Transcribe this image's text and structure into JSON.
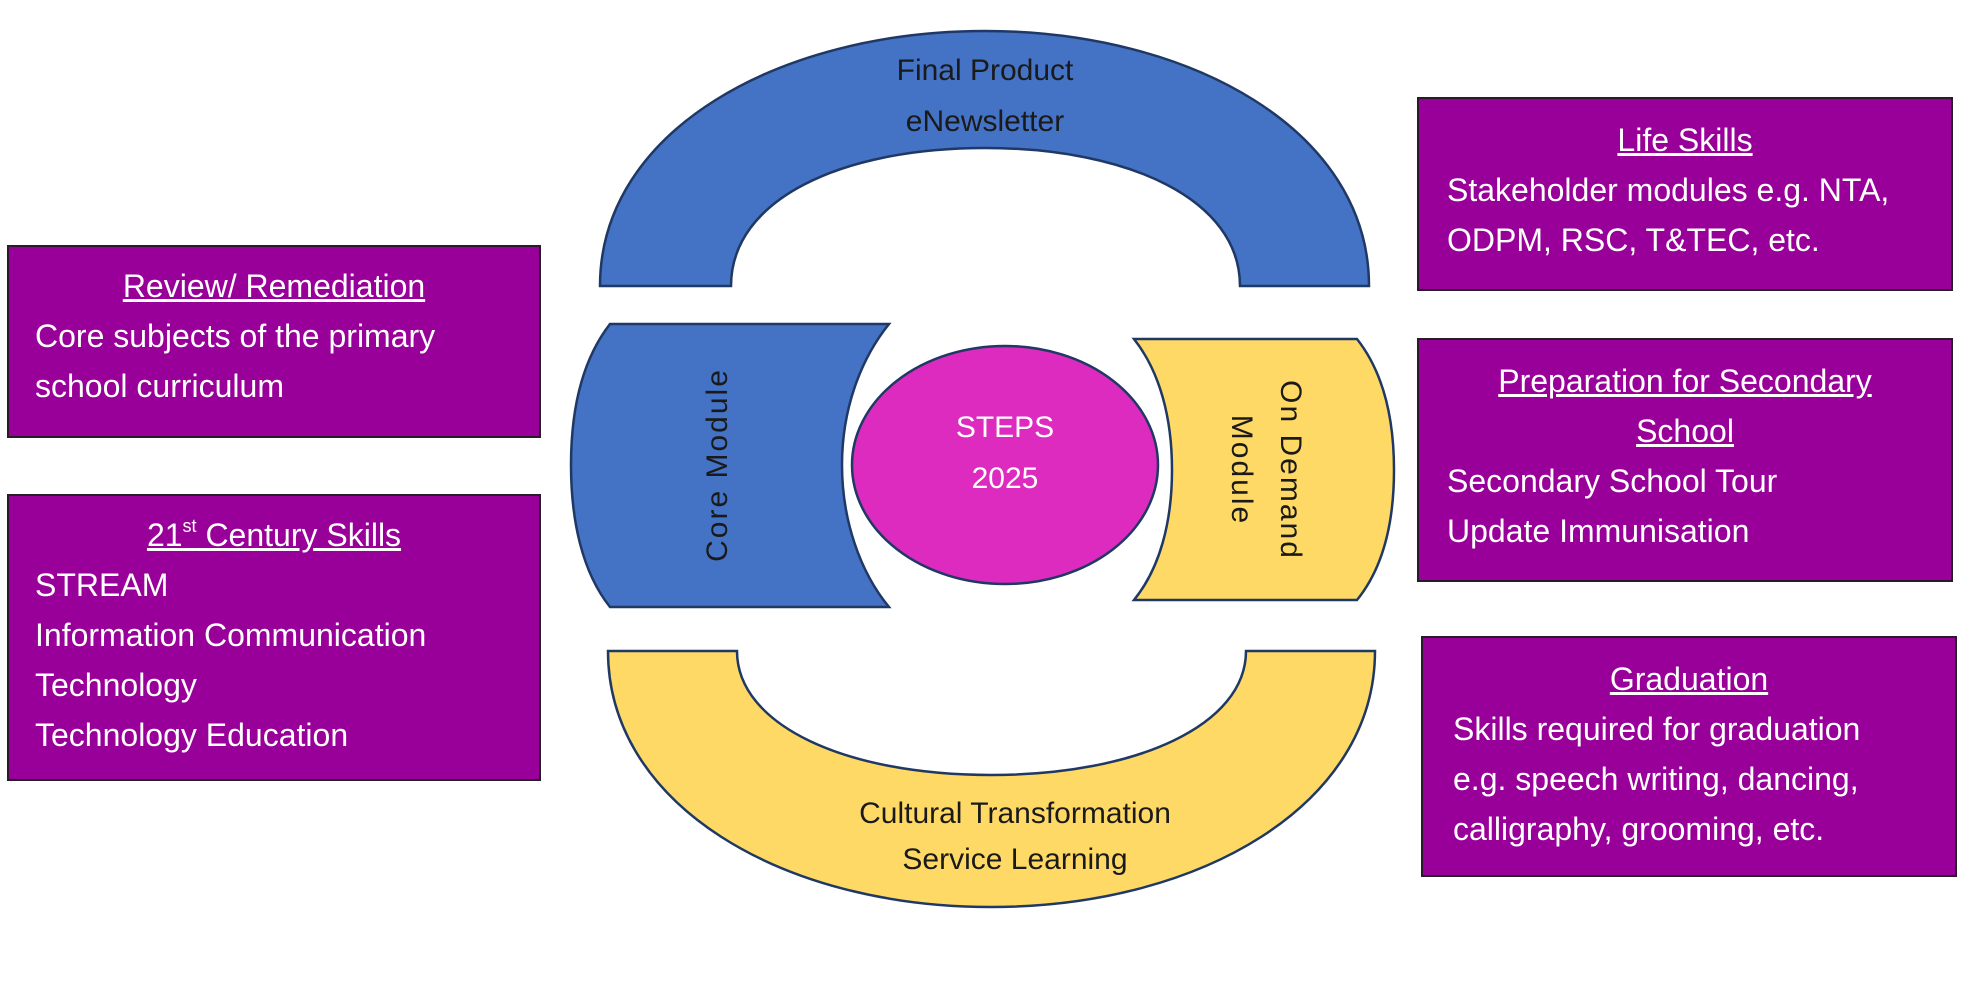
{
  "diagram": {
    "center": {
      "line1": "STEPS",
      "line2": "2025",
      "color": "#DD2ABF"
    },
    "top_arch": {
      "line1": "Final Product",
      "line2": "eNewsletter",
      "color": "#4472C4"
    },
    "bottom_arch": {
      "line1": "Cultural Transformation",
      "line2": "Service Learning",
      "color": "#FFD966"
    },
    "left_module": {
      "label": "Core Module",
      "color": "#4472C4"
    },
    "right_module": {
      "line1": "On Demand",
      "line2": "Module",
      "color": "#FFD966"
    },
    "box_color": "#990099",
    "outline_color": "#1F3864"
  },
  "boxes": {
    "review": {
      "title": "Review/ Remediation",
      "lines": [
        "Core subjects of the primary",
        "school curriculum"
      ]
    },
    "century": {
      "title_number": "21",
      "title_sup": "st",
      "title_rest": " Century Skills",
      "lines": [
        "STREAM",
        "Information Communication",
        "Technology",
        "Technology Education"
      ]
    },
    "life_skills": {
      "title": "Life Skills",
      "lines": [
        "Stakeholder modules e.g. NTA,",
        "ODPM, RSC, T&TEC, etc."
      ]
    },
    "secondary": {
      "title_line1": "Preparation for Secondary",
      "title_line2": "School",
      "lines": [
        "Secondary School Tour",
        "Update Immunisation"
      ]
    },
    "graduation": {
      "title": "Graduation",
      "lines": [
        "Skills required for graduation",
        "e.g. speech writing, dancing,",
        "calligraphy, grooming, etc."
      ]
    }
  }
}
